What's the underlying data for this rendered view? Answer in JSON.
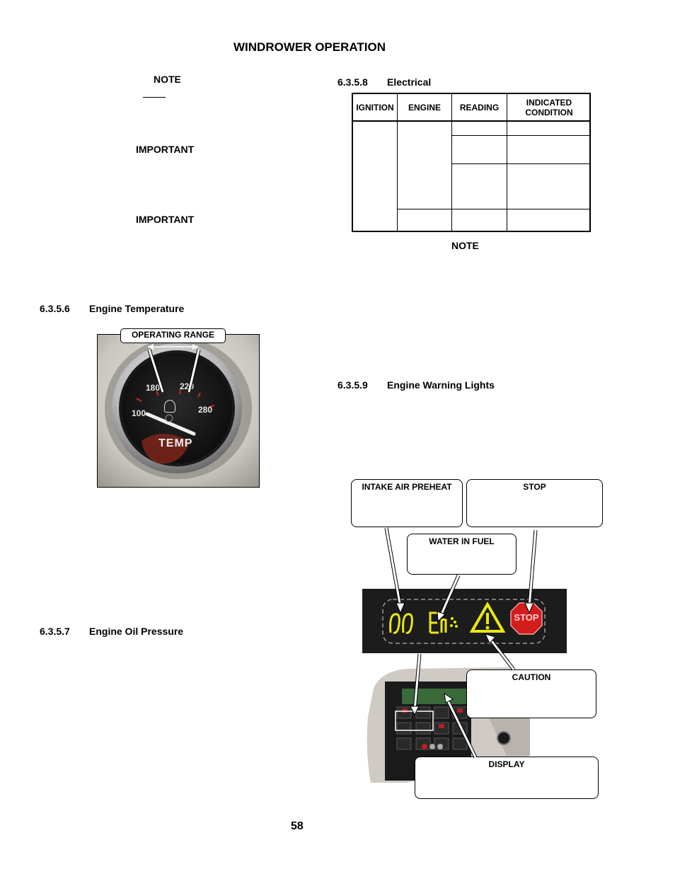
{
  "header": {
    "title": "WINDROWER OPERATION"
  },
  "left": {
    "note_label": "NOTE",
    "important1": "IMPORTANT",
    "important2": "IMPORTANT",
    "sec_temp_num": "6.3.5.6",
    "sec_temp_title": "Engine Temperature",
    "operating_range": "OPERATING RANGE",
    "sec_oil_num": "6.3.5.7",
    "sec_oil_title": "Engine Oil Pressure"
  },
  "gauge": {
    "ticks": [
      "180",
      "220",
      "100",
      "280"
    ],
    "label": "TEMP"
  },
  "right": {
    "sec_elec_num": "6.3.5.8",
    "sec_elec_title": "Electrical",
    "table_headers": [
      "IGNITION",
      "ENGINE",
      "READING",
      "INDICATED CONDITION"
    ],
    "note_label": "NOTE",
    "sec_warn_num": "6.3.5.9",
    "sec_warn_title": "Engine Warning Lights"
  },
  "callouts": {
    "intake": "INTAKE AIR PREHEAT",
    "stop": "STOP",
    "water": "WATER IN FUEL",
    "caution": "CAUTION",
    "display": "DISPLAY"
  },
  "panel": {
    "stop_text": "STOP"
  },
  "page_number": "58"
}
